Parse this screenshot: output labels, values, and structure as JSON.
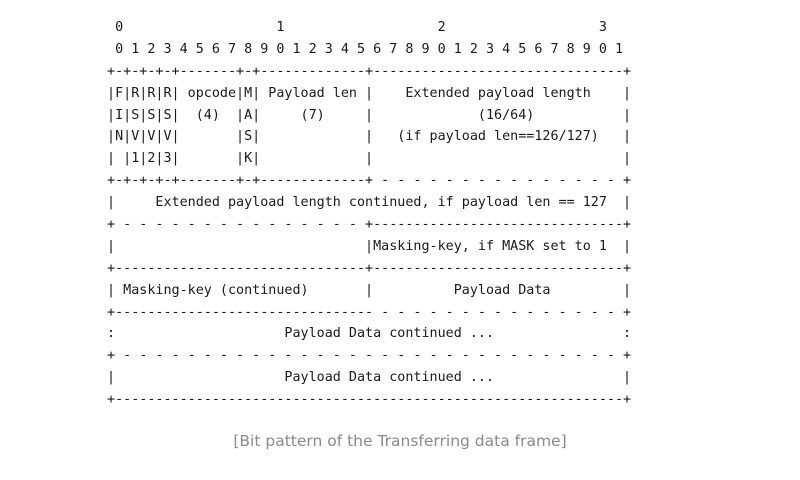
{
  "diagram": {
    "lines": [
      "  0                   1                   2                   3",
      "  0 1 2 3 4 5 6 7 8 9 0 1 2 3 4 5 6 7 8 9 0 1 2 3 4 5 6 7 8 9 0 1",
      " +-+-+-+-+-------+-+-------------+-------------------------------+",
      " |F|R|R|R| opcode|M| Payload len |    Extended payload length    |",
      " |I|S|S|S|  (4)  |A|     (7)     |             (16/64)           |",
      " |N|V|V|V|       |S|             |   (if payload len==126/127)   |",
      " | |1|2|3|       |K|             |                               |",
      " +-+-+-+-+-------+-+-------------+ - - - - - - - - - - - - - - - +",
      " |     Extended payload length continued, if payload len == 127  |",
      " + - - - - - - - - - - - - - - - +-------------------------------+",
      " |                               |Masking-key, if MASK set to 1  |",
      " +-------------------------------+-------------------------------+",
      " | Masking-key (continued)       |          Payload Data         |",
      " +-------------------------------- - - - - - - - - - - - - - - - +",
      " :                     Payload Data continued ...                :",
      " + - - - - - - - - - - - - - - - - - - - - - - - - - - - - - - - +",
      " |                     Payload Data continued ...                |",
      " +---------------------------------------------------------------+"
    ]
  },
  "caption": "[Bit pattern of the Transferring data frame]"
}
